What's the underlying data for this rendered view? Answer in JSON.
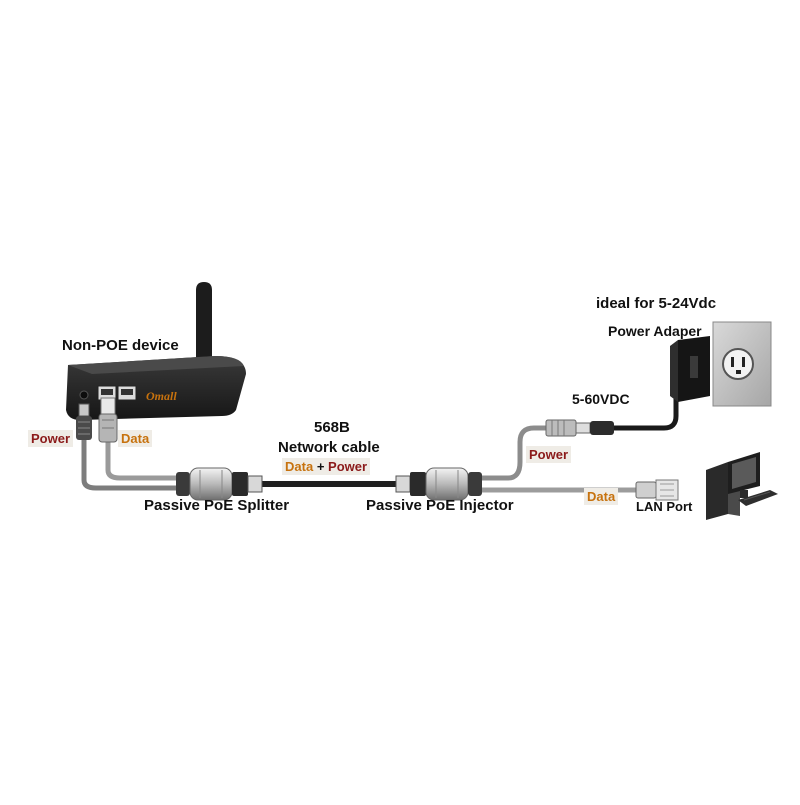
{
  "labels": {
    "non_poe_device": "Non-POE device",
    "router_brand": "Omall",
    "power_left": "Power",
    "data_left": "Data",
    "cable_type": "568B",
    "network_cable": "Network cable",
    "cable_data": "Data",
    "cable_plus": "+",
    "cable_power": "Power",
    "splitter": "Passive PoE Splitter",
    "injector": "Passive PoE Injector",
    "ideal_for": "ideal for 5-24Vdc",
    "power_adapter": "Power Adaper",
    "voltage": "5-60VDC",
    "power_right": "Power",
    "data_right": "Data",
    "lan_port": "LAN Port"
  },
  "colors": {
    "power_label": "#8b1a1a",
    "data_label": "#c7720e",
    "cable_dark": "#2a2a2a",
    "cable_gray": "#8c8c8c"
  },
  "icons": [
    "router-icon",
    "antenna-icon",
    "wall-outlet-icon",
    "power-adapter-icon",
    "computer-icon",
    "rj45-connector-icon",
    "dc-plug-icon"
  ]
}
